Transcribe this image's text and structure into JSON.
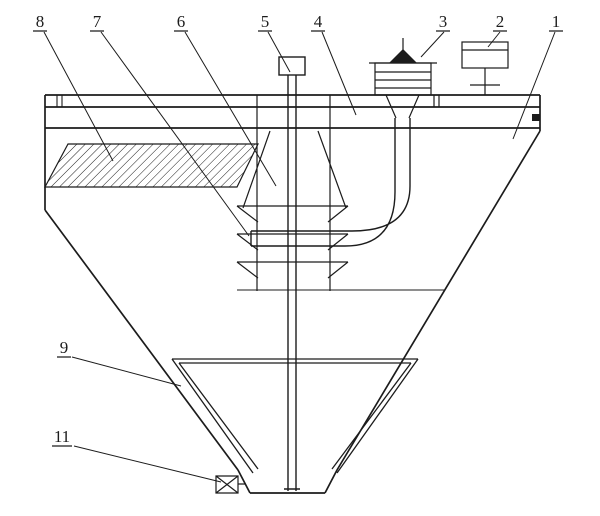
{
  "figure": {
    "colors": {
      "background": "#ffffff",
      "ink": "#1c1c1c"
    },
    "labels": [
      {
        "ref": "8"
      },
      {
        "ref": "7"
      },
      {
        "ref": "6"
      },
      {
        "ref": "5"
      },
      {
        "ref": "4"
      },
      {
        "ref": "3"
      },
      {
        "ref": "2"
      },
      {
        "ref": "1"
      },
      {
        "ref": "9"
      },
      {
        "ref": "11"
      }
    ]
  }
}
